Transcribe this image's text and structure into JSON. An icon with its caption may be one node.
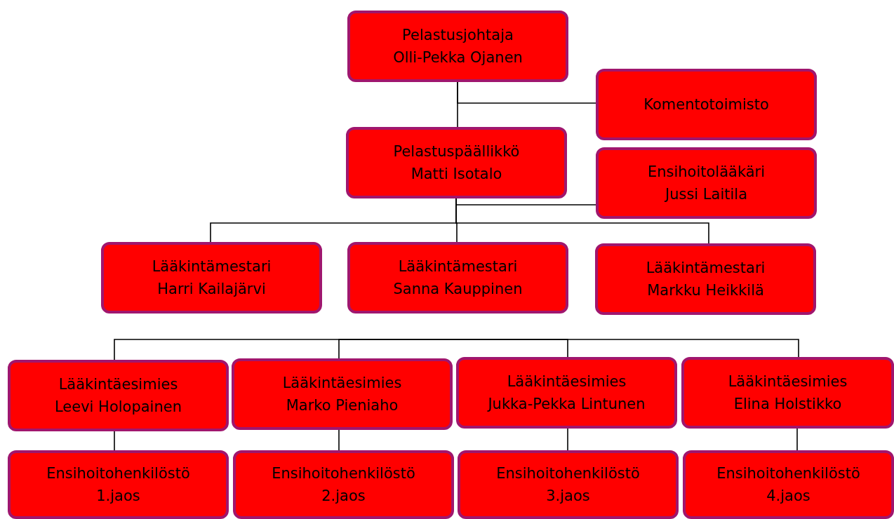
{
  "diagram": {
    "nodes": [
      {
        "text": [
          "Pelastusjohtaja",
          "Olli-Pekka Ojanen"
        ]
      },
      {
        "text": [
          "Komentotoimisto"
        ]
      },
      {
        "text": [
          "Pelastuspäällikkö",
          "Matti Isotalo"
        ]
      },
      {
        "text": [
          "Ensihoitolääkäri",
          "Jussi Laitila"
        ]
      },
      {
        "text": [
          "Lääkintämestari",
          "Harri Kailajärvi"
        ]
      },
      {
        "text": [
          "Lääkintämestari",
          "Sanna Kauppinen"
        ]
      },
      {
        "text": [
          "Lääkintämestari",
          "Markku Heikkilä"
        ]
      },
      {
        "text": [
          "Lääkintäesimies",
          "Leevi Holopainen"
        ]
      },
      {
        "text": [
          "Lääkintäesimies",
          "Marko Pieniaho"
        ]
      },
      {
        "text": [
          "Lääkintäesimies",
          "Jukka-Pekka Lintunen"
        ]
      },
      {
        "text": [
          "Lääkintäesimies",
          "Elina Holstikko"
        ]
      },
      {
        "text": [
          "Ensihoitohenkilöstö",
          "1.jaos"
        ]
      },
      {
        "text": [
          "Ensihoitohenkilöstö",
          "2.jaos"
        ]
      },
      {
        "text": [
          "Ensihoitohenkilöstö",
          "3.jaos"
        ]
      },
      {
        "text": [
          "Ensihoitohenkilöstö",
          "4.jaos"
        ]
      }
    ],
    "edges": [
      {
        "from": 0,
        "to": 2,
        "arrow": "none"
      },
      {
        "from": 0,
        "to": 1,
        "arrow": "none"
      },
      {
        "from": 2,
        "to": 3,
        "arrow": "none"
      },
      {
        "from": 2,
        "to": 4,
        "arrow": "none"
      },
      {
        "from": 2,
        "to": 5,
        "arrow": "none"
      },
      {
        "from": 2,
        "to": 6,
        "arrow": "none"
      },
      {
        "from": null,
        "to": 7,
        "arrow": "none"
      },
      {
        "from": null,
        "to": 8,
        "arrow": "none"
      },
      {
        "from": null,
        "to": 9,
        "arrow": "none"
      },
      {
        "from": null,
        "to": 10,
        "arrow": "none"
      },
      {
        "from": 7,
        "to": 11,
        "arrow": "none"
      },
      {
        "from": 8,
        "to": 12,
        "arrow": "none"
      },
      {
        "from": 9,
        "to": 13,
        "arrow": "none"
      },
      {
        "from": 10,
        "to": 14,
        "arrow": "none"
      }
    ]
  }
}
